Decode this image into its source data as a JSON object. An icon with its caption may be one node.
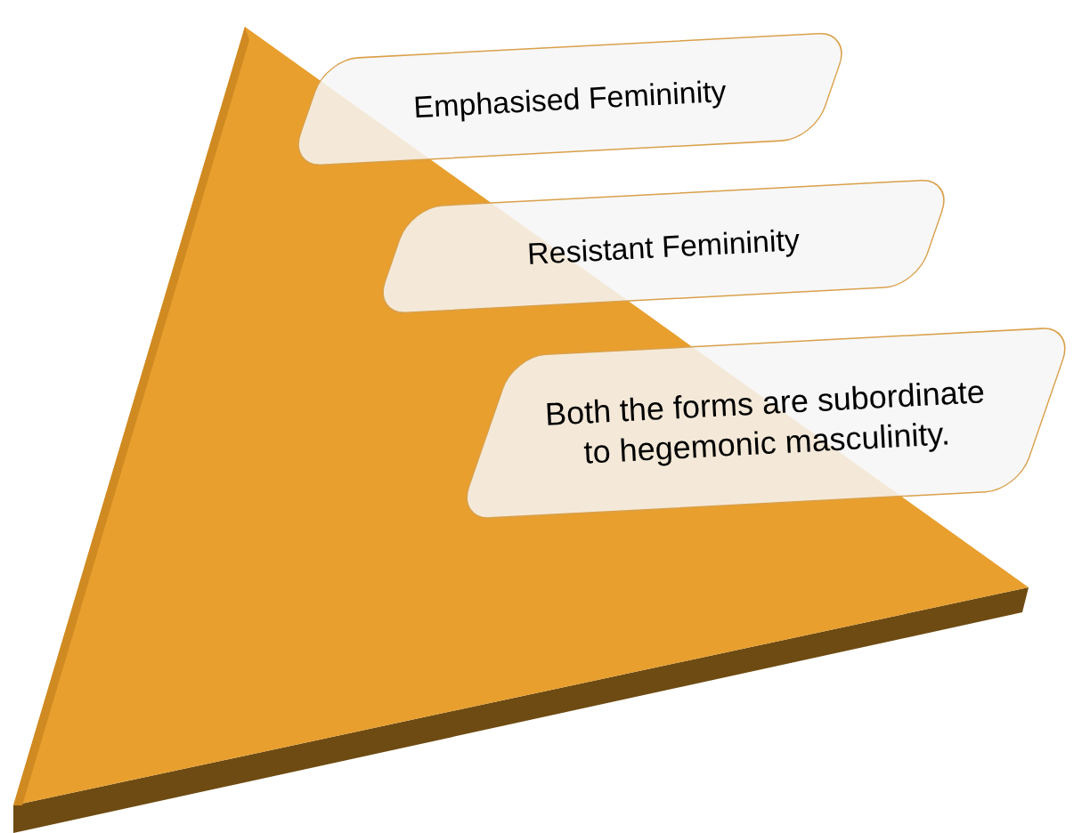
{
  "diagram": {
    "nodes": [
      {
        "text": [
          "Emphasised Femininity"
        ]
      },
      {
        "text": [
          "Resistant Femininity"
        ]
      },
      {
        "text": [
          "Both the forms are subordinate to hegemonic masculinity."
        ]
      }
    ]
  }
}
